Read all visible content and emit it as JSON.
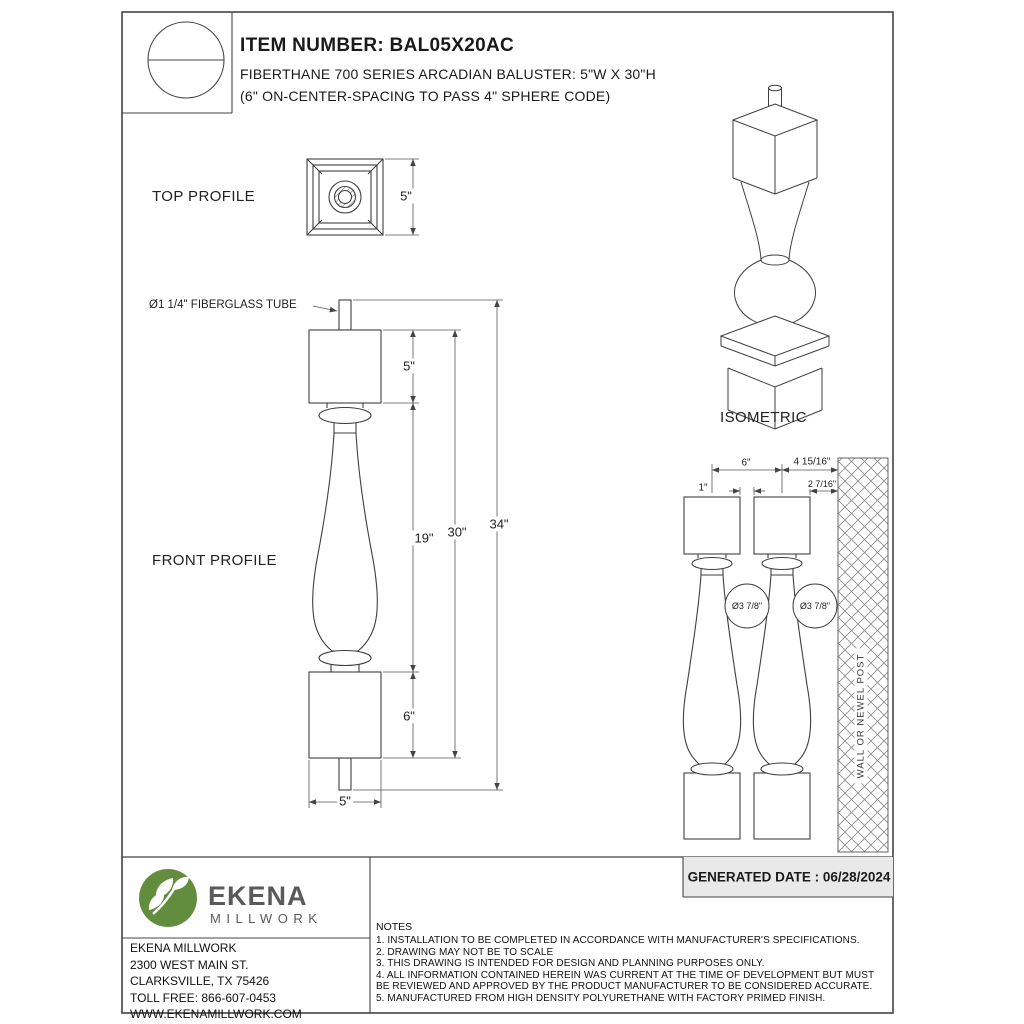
{
  "header": {
    "item_number": "ITEM NUMBER: BAL05X20AC",
    "subtitle_line1": "FIBERTHANE 700 SERIES ARCADIAN BALUSTER: 5\"W X 30\"H",
    "subtitle_line2": "(6\" ON-CENTER-SPACING TO PASS 4\" SPHERE CODE)"
  },
  "views": {
    "top_profile_label": "TOP PROFILE",
    "front_profile_label": "FRONT PROFILE",
    "isometric_label": "ISOMETRIC"
  },
  "dimensions": {
    "top_profile_width": "5\"",
    "fiberglass_tube_note": "Ø1 1/4\" FIBERGLASS TUBE",
    "top_block_height": "5\"",
    "turned_section_height": "19\"",
    "baluster_height": "30\"",
    "overall_height": "34\"",
    "bottom_block_height": "6\"",
    "bottom_width": "5\""
  },
  "spacing_diagram": {
    "on_center_spacing": "6\"",
    "baluster_gap": "1\"",
    "center_to_wall": "4 15/16\"",
    "edge_to_wall": "2 7/16\"",
    "sphere_diameter_left": "Ø3 7/8\"",
    "sphere_diameter_right": "Ø3 7/8\"",
    "wall_label": "WALL OR NEWEL POST"
  },
  "footer": {
    "generated_date": "GENERATED DATE : 06/28/2024",
    "brand_name": "EKENA",
    "brand_sub": "MILLWORK",
    "address": [
      "EKENA MILLWORK",
      "2300 WEST MAIN ST.",
      "CLARKSVILLE, TX 75426",
      "TOLL FREE: 866-607-0453",
      "WWW.EKENAMILLWORK.COM"
    ],
    "notes_title": "NOTES",
    "notes": [
      "1. INSTALLATION TO BE COMPLETED IN ACCORDANCE WITH MANUFACTURER'S SPECIFICATIONS.",
      "2. DRAWING MAY NOT BE TO SCALE",
      "3. THIS DRAWING IS INTENDED FOR DESIGN AND PLANNING PURPOSES ONLY.",
      "4. ALL INFORMATION CONTAINED HEREIN WAS CURRENT AT THE TIME OF DEVELOPMENT BUT MUST BE REVIEWED AND APPROVED BY THE PRODUCT MANUFACTURER TO BE CONSIDERED ACCURATE.",
      "5. MANUFACTURED FROM HIGH DENSITY POLYURETHANE WITH FACTORY PRIMED FINISH."
    ]
  },
  "colors": {
    "brand_green": "#628c3e"
  }
}
